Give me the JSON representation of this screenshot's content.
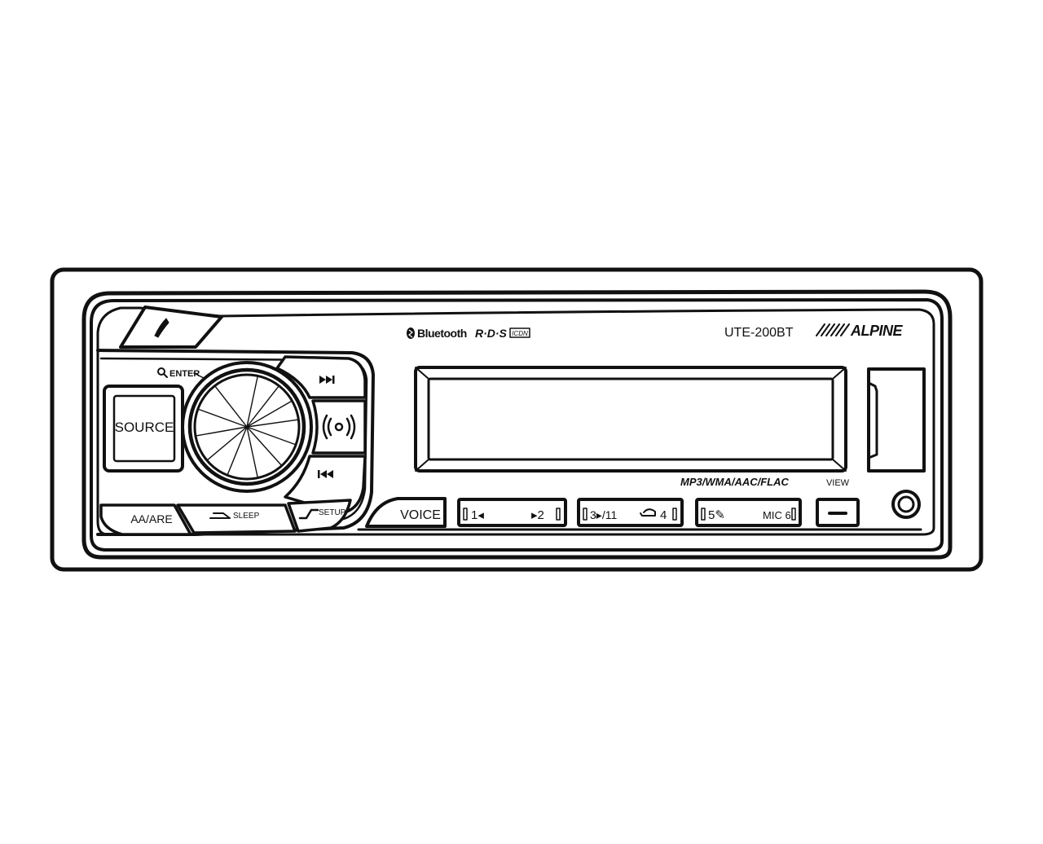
{
  "colors": {
    "line": "#111111",
    "background": "#ffffff"
  },
  "header": {
    "bluetooth_label": "Bluetooth",
    "rds_label": "R·D·S",
    "rds_badge": "ICDN",
    "model": "UTE-200BT",
    "brand": "ALPINE"
  },
  "controls": {
    "source_label": "SOURCE",
    "enter_label": "ENTER",
    "next_icon": "skip-next-icon",
    "prev_icon": "skip-previous-icon",
    "audio_icon": "sound-waves-icon",
    "call_icon": "phone-icon",
    "search_icon": "search-icon",
    "voice_label": "VOICE",
    "aa_label": "AA/ARE",
    "sleep_label": "SLEEP",
    "setup_label": "SETUP",
    "view_label": "VIEW"
  },
  "formats_label": "MP3/WMA/AAC/FLAC",
  "presets": [
    {
      "left": "1◂",
      "right": "▸2"
    },
    {
      "left": "3▸/11",
      "right": "4"
    },
    {
      "left": "5✎",
      "right": "MIC 6"
    }
  ]
}
